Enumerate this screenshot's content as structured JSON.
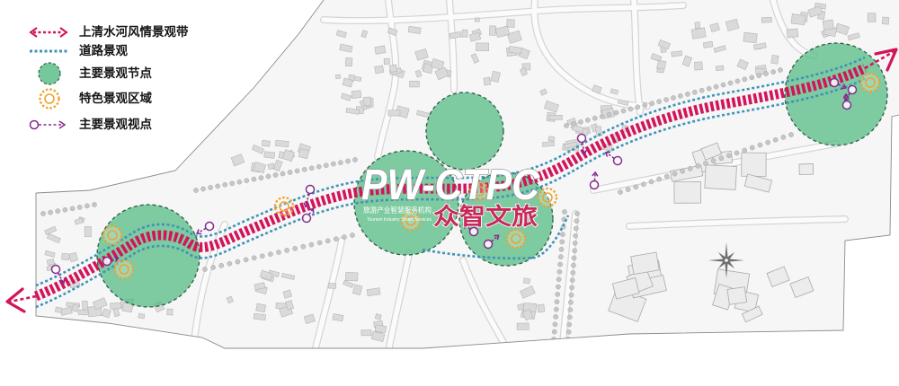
{
  "legend": {
    "items": [
      {
        "label": "上清水河风情景观带",
        "icon": "river-landscape-belt-arrow-icon",
        "color": "#d3145a"
      },
      {
        "label": "道路景观",
        "icon": "road-landscape-dotted-line-icon",
        "color": "#3e94b8"
      },
      {
        "label": "主要景观节点",
        "icon": "landscape-node-circle-icon",
        "color": "#4fb97f"
      },
      {
        "label": "特色景观区域",
        "icon": "feature-area-ring-icon",
        "color": "#f0a22e"
      },
      {
        "label": "主要景观视点",
        "icon": "viewpoint-arrow-icon",
        "color": "#86288e"
      }
    ]
  },
  "map": {
    "compass_icon": "north-arrow-compass-icon"
  },
  "watermark": {
    "brand": "PW-CTPC",
    "name_cn": "众智文旅",
    "tagline_cn": "旅游产业智慧服务机构",
    "tagline_en": "Tourism Industry Smart Services"
  }
}
